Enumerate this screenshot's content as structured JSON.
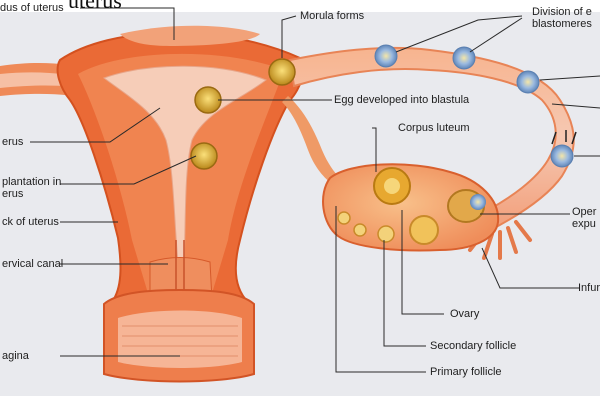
{
  "figure": {
    "title_fragment": "uterus",
    "colors": {
      "background": "#e8e9ee",
      "tissue_dark": "#d9532a",
      "tissue_mid": "#ef7a45",
      "tissue_light": "#f8b08a",
      "cavity": "#f6d2c4",
      "embryo": "#d9a520",
      "blastomere_blue": "#7fa8d8",
      "leader_line": "#2a2a2a"
    },
    "labels": {
      "fundus": "dus of uterus",
      "morula": "Morula forms",
      "division": "Division of e\nblastomeres",
      "blastula": "Egg developed into blastula",
      "corpus_luteum": "Corpus luteum",
      "uterus": "erus",
      "implantation": "plantation in\nerus",
      "neck": "ck of uterus",
      "cervical": "ervical canal",
      "vagina": "agina",
      "ovum_exp": "Oper\nexpu",
      "ovary": "Ovary",
      "infund": "Infur",
      "secondary": "Secondary follicle",
      "primary": "Primary follicle"
    }
  }
}
